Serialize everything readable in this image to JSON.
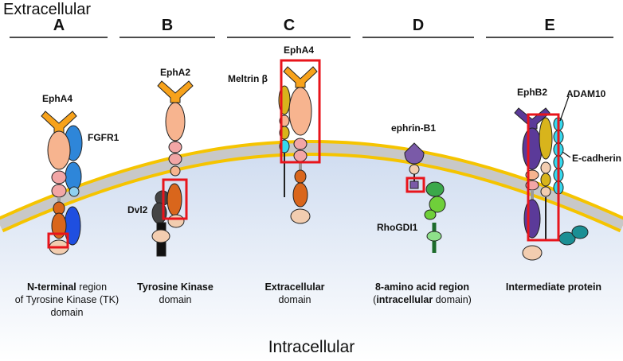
{
  "titles": {
    "extracellular": "Extracellular",
    "intracellular": "Intracellular"
  },
  "panels": [
    {
      "letter": "A",
      "labels": [
        "EphA4",
        "FGFR1"
      ],
      "caption_bold": "N-terminal",
      "caption_rest": "region",
      "caption_line2": "of Tyrosine Kinase (TK)",
      "caption_line3": "domain"
    },
    {
      "letter": "B",
      "labels": [
        "EphA2",
        "Dvl2"
      ],
      "caption_bold": "Tyrosine Kinase",
      "caption_line2": "domain"
    },
    {
      "letter": "C",
      "labels": [
        "EphA4",
        "Meltrin β"
      ],
      "caption_bold": "Extracellular",
      "caption_line2": "domain"
    },
    {
      "letter": "D",
      "labels": [
        "ephrin-B1",
        "RhoGDI1"
      ],
      "caption_bold": "8-amino acid region",
      "caption_pre": "(",
      "caption_bold2": "intracellular",
      "caption_post": " domain)"
    },
    {
      "letter": "E",
      "labels": [
        "EphB2",
        "ADAM10",
        "E-cadherin"
      ],
      "caption_bold": "Intermediate protein"
    }
  ],
  "colors": {
    "membrane_yellow": "#f5c400",
    "membrane_grey": "#c8c8c8",
    "cytoplasm": "#e6eef8",
    "highlight_box": "#e8141b",
    "eph_head": "#f7a21b",
    "eph_domain": "#f7b48f",
    "fibronectin": "#f2a6a6",
    "kinase": "#d9661c",
    "tail": "#f2cdb0",
    "fgfr1": "#2e86d9",
    "fgfr1_light": "#8fd0f0",
    "ephrin": "#7a5aa8",
    "rhogdi": "#3ba84a",
    "adam10": "#d8b41c",
    "ecadherin": "#35d8ee",
    "ephb2": "#5b3a99"
  }
}
